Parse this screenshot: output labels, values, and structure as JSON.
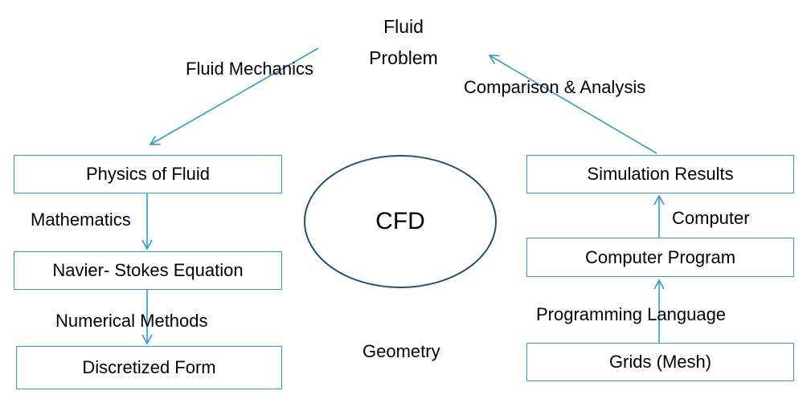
{
  "diagram": {
    "top_node": {
      "line1": "Fluid",
      "line2": "Problem"
    },
    "center_node": "CFD",
    "left_column": {
      "boxes": [
        "Physics of Fluid",
        "Navier- Stokes Equation",
        "Discretized Form"
      ],
      "edge_labels": [
        "Fluid Mechanics",
        "Mathematics",
        "Numerical Methods"
      ]
    },
    "right_column": {
      "boxes": [
        "Simulation Results",
        "Computer Program",
        "Grids (Mesh)"
      ],
      "edge_labels": [
        "Comparison & Analysis",
        "Computer",
        "Programming Language"
      ]
    },
    "bottom_label": "Geometry",
    "colors": {
      "box_border": "#2e9ad0",
      "arrow": "#2e9ad0",
      "ellipse_border": "#1f4e79",
      "text": "#000000"
    }
  }
}
